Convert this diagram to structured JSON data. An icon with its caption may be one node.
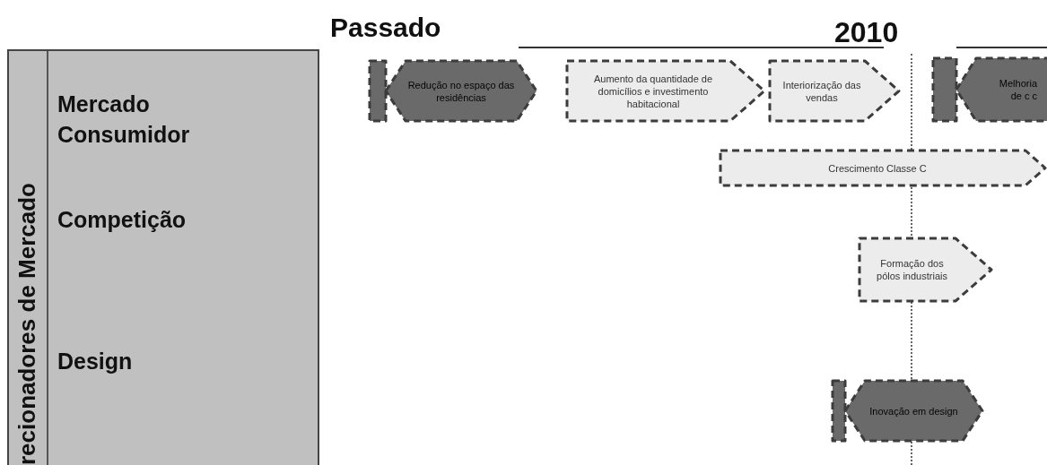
{
  "diagram": {
    "nodes": [
      {
        "text": [
          "recionadores de Mercado"
        ]
      },
      {
        "text": [
          "Mercado Consumidor"
        ],
        "in": 0
      },
      {
        "text": [
          "Competição"
        ],
        "in": 0
      },
      {
        "text": [
          "Design"
        ],
        "in": 0
      },
      {
        "text": [
          "Redução no espaço das residências"
        ]
      },
      {
        "text": [
          "Aumento da quantidade de domicílios e investimento habitacional"
        ]
      },
      {
        "text": [
          "Interiorização das vendas"
        ]
      },
      {
        "text": [
          "Melhoria de c c"
        ]
      },
      {
        "text": [
          "Crescimento Classe C"
        ]
      },
      {
        "text": [
          "Formação dos pólos industriais"
        ]
      },
      {
        "text": [
          "Inovação em design"
        ]
      }
    ],
    "edges": [],
    "labels": [
      "Passado",
      "2010"
    ]
  }
}
